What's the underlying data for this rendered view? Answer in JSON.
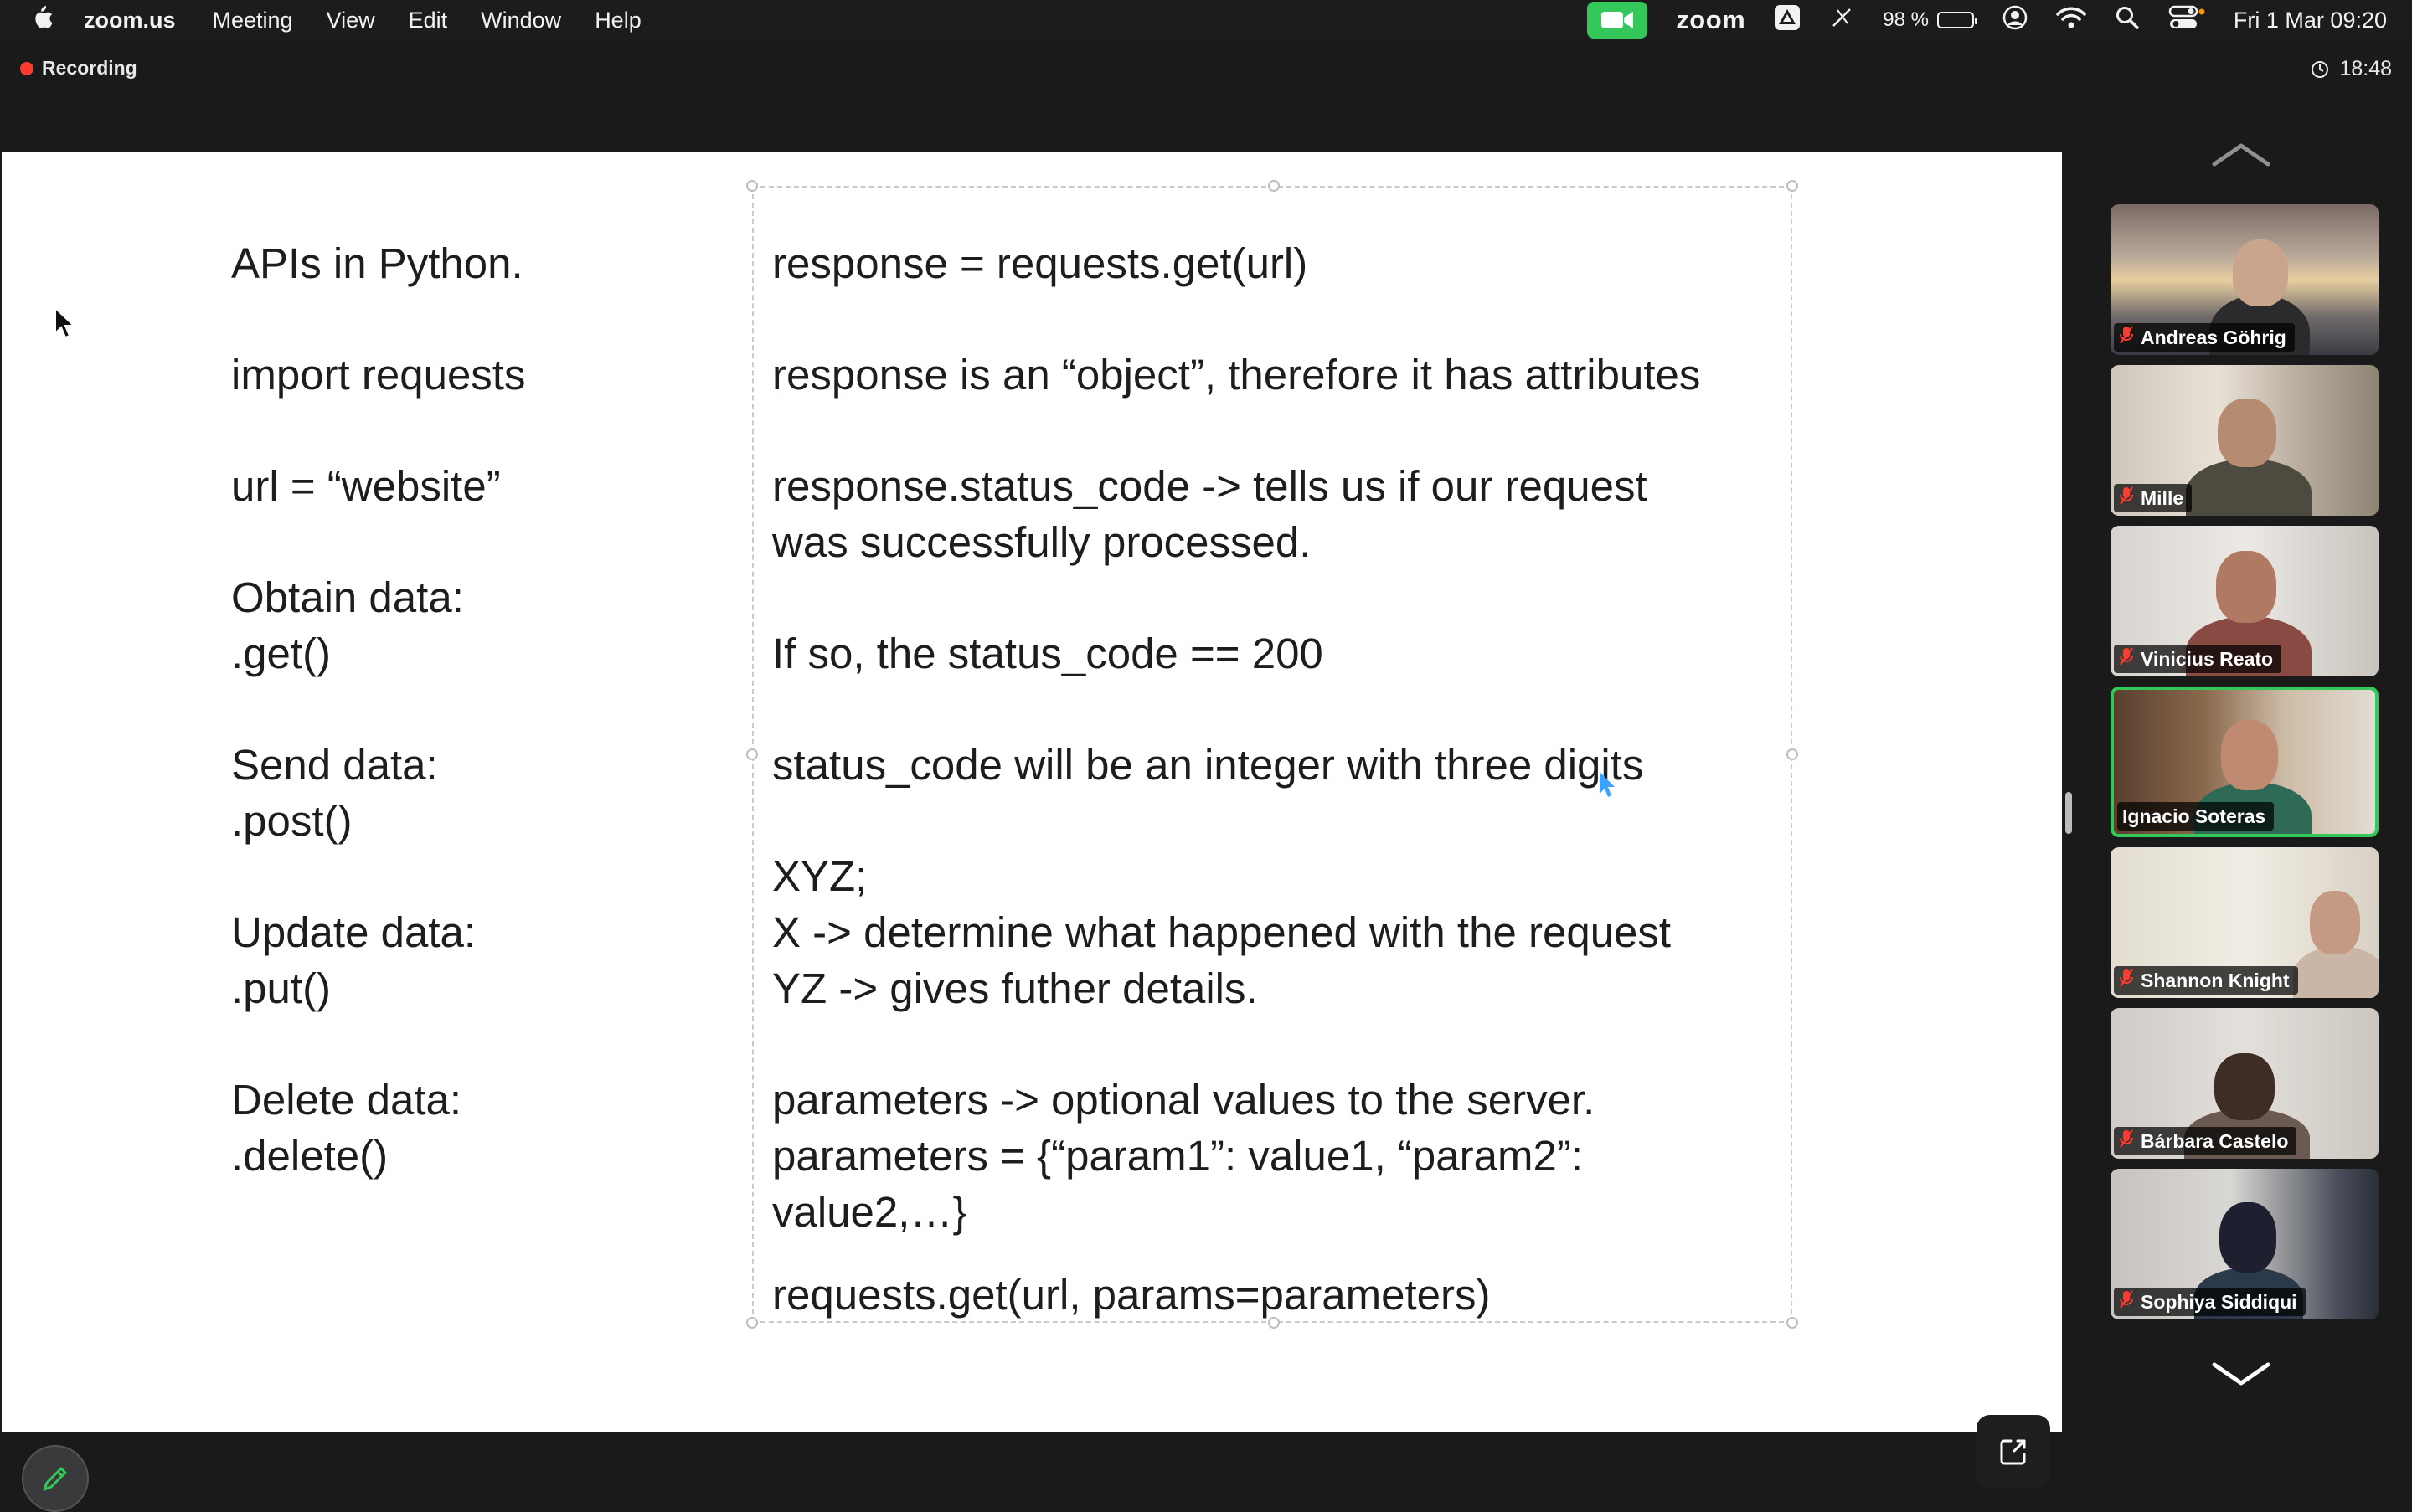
{
  "menubar": {
    "app_name": "zoom.us",
    "menus": [
      "Meeting",
      "View",
      "Edit",
      "Window",
      "Help"
    ],
    "zoom_brand": "zoom",
    "battery_percent": "98 %",
    "battery_level": 0.98,
    "datetime": "Fri 1 Mar  09:20"
  },
  "meeting": {
    "recording_label": "Recording",
    "elapsed_time": "18:48"
  },
  "slide": {
    "left_column": [
      "APIs in Python.",
      "import requests",
      "url = “website”",
      "Obtain data:",
      ".get()",
      "Send data:",
      ".post()",
      "Update data:",
      ".put()",
      "Delete data:",
      ".delete()"
    ],
    "right_column": [
      "response = requests.get(url)",
      "response is an “object”, therefore it has attributes",
      "response.status_code -> tells us if our request",
      "was successfully processed.",
      "If so, the status_code == 200",
      "status_code will be an integer with three digits",
      "XYZ;",
      "X -> determine what happened with the request",
      "YZ -> gives futher details.",
      "parameters -> optional values to the server.",
      "parameters = {“param1”: value1, “param2”:",
      "value2,…}",
      "requests.get(url, params=parameters)"
    ]
  },
  "participants": [
    {
      "name": "Andreas Göhrig",
      "muted": true,
      "active": false
    },
    {
      "name": "Mille",
      "muted": true,
      "active": false
    },
    {
      "name": "Vinicius Reato",
      "muted": true,
      "active": false
    },
    {
      "name": "Ignacio Soteras",
      "muted": false,
      "active": true
    },
    {
      "name": "Shannon Knight",
      "muted": true,
      "active": false
    },
    {
      "name": "Bárbara Castelo",
      "muted": true,
      "active": false
    },
    {
      "name": "Sophiya Siddiqui",
      "muted": true,
      "active": false
    }
  ],
  "colors": {
    "active_speaker": "#34c759",
    "recording_dot": "#ff3b30",
    "muted_icon": "#ff3b30"
  }
}
